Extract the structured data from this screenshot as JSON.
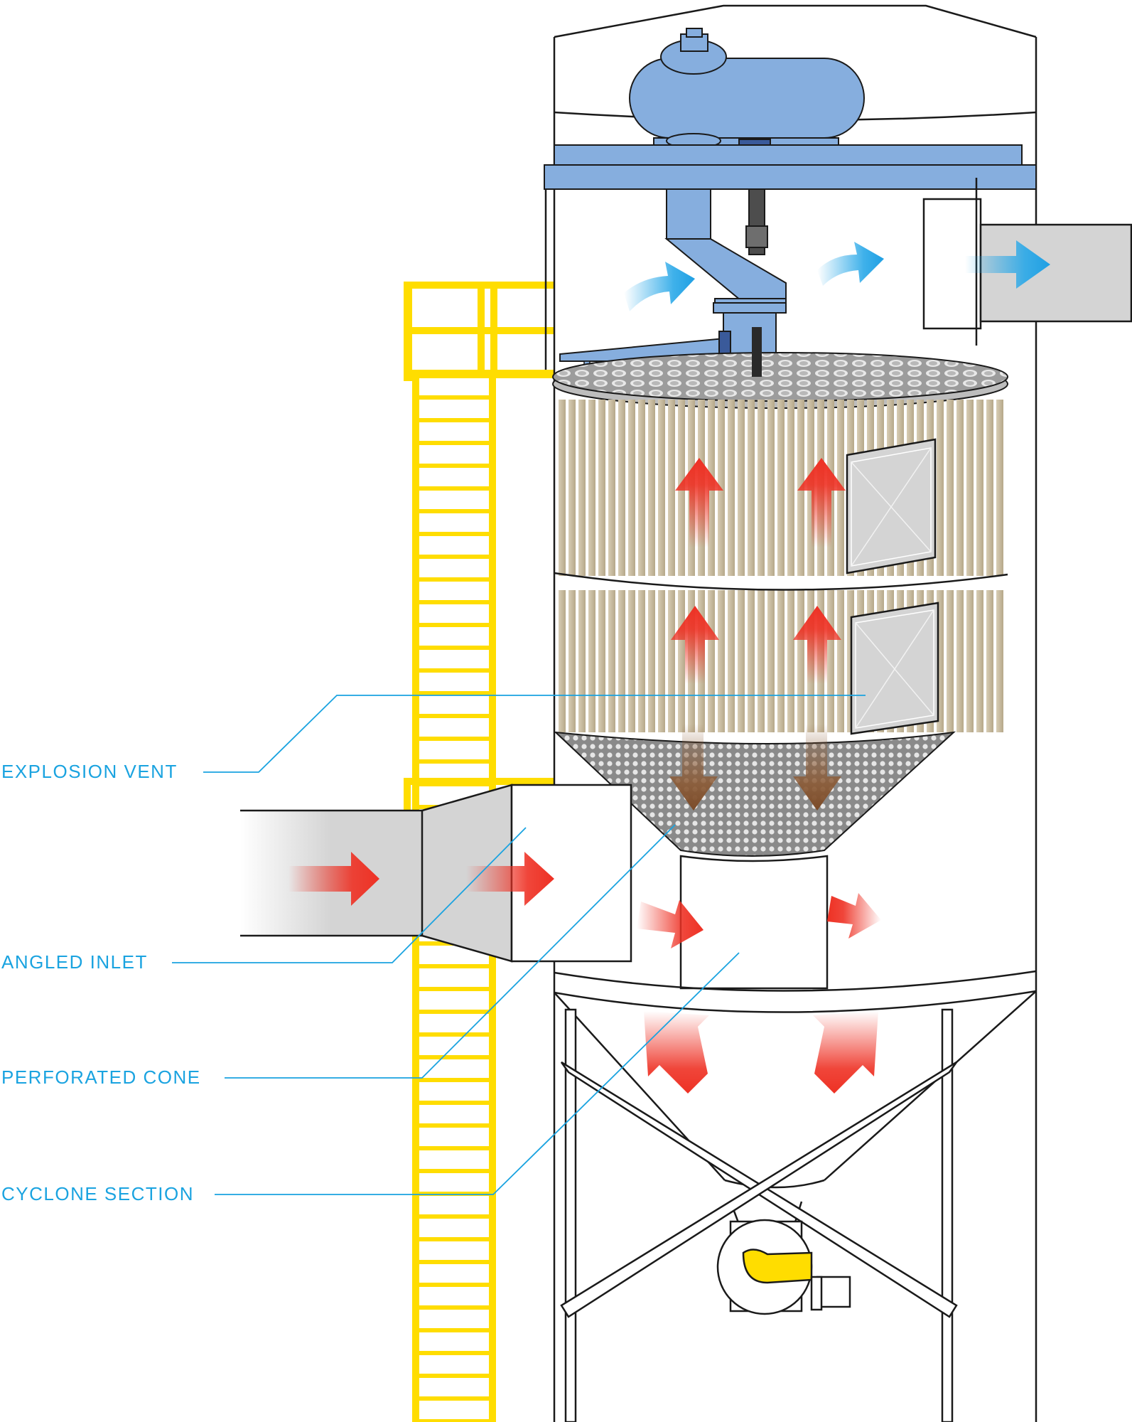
{
  "colors": {
    "accent": "#1aa3e0",
    "ladder": "#ffdd00",
    "outline": "#1a1a1a",
    "blower": "#86aede",
    "filter": "#c9bca1",
    "duct": "#d4d4d4",
    "inlet_arrow": "#ee3124",
    "outlet_arrow": "#29a8e8",
    "dust_arrow": "#8b5a35"
  },
  "callouts": [
    {
      "id": "explosion-vent",
      "label": "EXPLOSION VENT"
    },
    {
      "id": "angled-inlet",
      "label": "ANGLED INLET"
    },
    {
      "id": "perforated-cone",
      "label": "PERFORATED CONE"
    },
    {
      "id": "cyclone-section",
      "label": "CYCLONE SECTION"
    }
  ],
  "icons": {
    "airflow_in": "arrow-right-icon",
    "airflow_up": "arrow-up-icon",
    "dust_down": "arrow-down-icon",
    "clean_air_out": "arrow-right-icon"
  }
}
